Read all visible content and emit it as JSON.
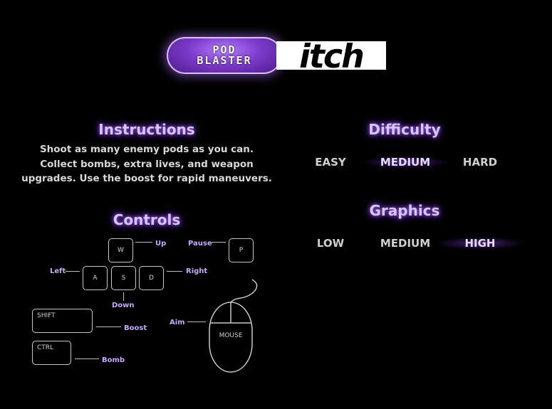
{
  "logo": {
    "pod_top": "POD",
    "pod_bottom": "BLASTER",
    "itch": "itch",
    "colors": {
      "pill": "#7b39c9",
      "glow": "#b37cff"
    }
  },
  "instructions": {
    "title": "Instructions",
    "text": "Shoot as many enemy pods as you can. Collect bombs, extra lives, and weapon upgrades. Use the boost for rapid maneuvers."
  },
  "controls": {
    "title": "Controls",
    "keys": {
      "w": "W",
      "a": "A",
      "s": "S",
      "d": "D",
      "p": "P",
      "shift": "SHIFT",
      "ctrl": "CTRL",
      "mouse": "MOUSE"
    },
    "labels": {
      "up": "Up",
      "left": "Left",
      "down": "Down",
      "right": "Right",
      "pause": "Pause",
      "boost": "Boost",
      "bomb": "Bomb",
      "aim": "Aim"
    }
  },
  "difficulty": {
    "title": "Difficulty",
    "options": [
      "EASY",
      "MEDIUM",
      "HARD"
    ],
    "selected": "MEDIUM"
  },
  "graphics": {
    "title": "Graphics",
    "options": [
      "LOW",
      "MEDIUM",
      "HIGH"
    ],
    "selected": "HIGH"
  },
  "theme": {
    "heading_color": "#d8c4ff",
    "label_color": "#c6a8ff",
    "accent_glow": "#9b5cff",
    "background": "#000000"
  }
}
